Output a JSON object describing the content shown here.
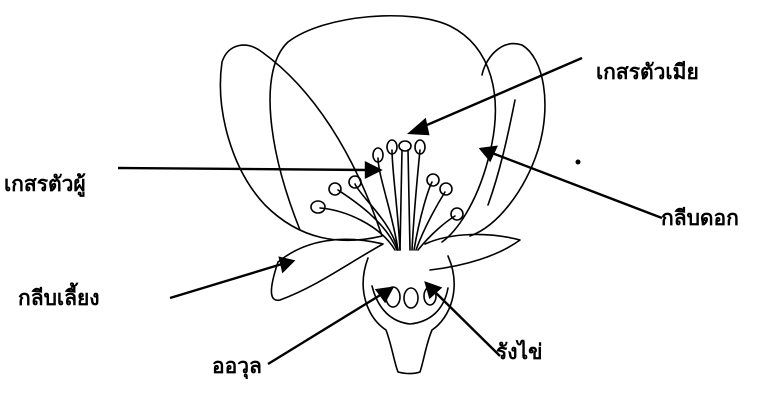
{
  "labels": {
    "pistil": "เกสรตัวเมีย",
    "stamen": "เกสรตัวผู้",
    "petal": "กลีบดอก",
    "sepal": "กลีบเลี้ยง",
    "ovule": "ออวุล",
    "ovary": "รังไข่"
  },
  "colors": {
    "line": "#000000",
    "background": "#ffffff"
  }
}
